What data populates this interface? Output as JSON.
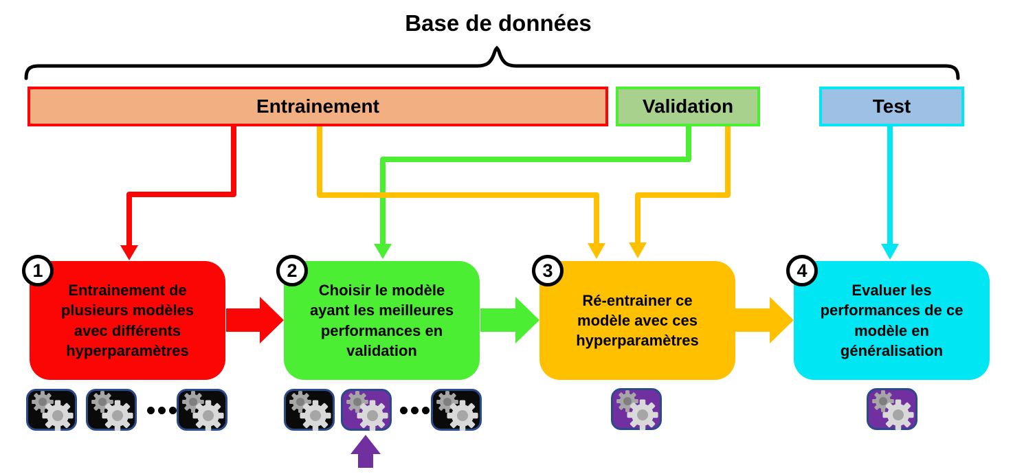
{
  "title": "Base de données",
  "bars": [
    {
      "label": "Entrainement"
    },
    {
      "label": "Validation"
    },
    {
      "label": "Test"
    }
  ],
  "steps": [
    {
      "number": "1",
      "text": "Entrainement de\nplusieurs modèles\navec différents\nhyperparamètres"
    },
    {
      "number": "2",
      "text": "Choisir le modèle\nayant les meilleures\nperformances en\nvalidation"
    },
    {
      "number": "3",
      "text": "Ré-entrainer ce\nmodèle avec ces\nhyperparamètres"
    },
    {
      "number": "4",
      "text": "Evaluer les\nperformances de ce\nmodèle en\ngénéralisation"
    }
  ],
  "icons": {
    "model": "gears-icon",
    "selected_model": "selected-gears-icon",
    "ellipsis": "ellipsis-icon",
    "best_model_pointer": "up-arrow-icon",
    "brace": "curly-brace"
  },
  "colors": {
    "red": "#FB0505",
    "salmon": "#F2AF81",
    "bright_green": "#4CEE33",
    "light_green": "#A9D18E",
    "amber": "#FFC000",
    "cyan": "#00E6F2",
    "light_blue": "#9DC0E4",
    "purple": "#7030A0",
    "icon_bg": "#0A0A0A",
    "icon_border": "#2B4A8C",
    "gear_light": "#D9D9D9",
    "gear_mid": "#A6A6A6",
    "gear_dark": "#7F7F7F",
    "ink": "#000000"
  }
}
